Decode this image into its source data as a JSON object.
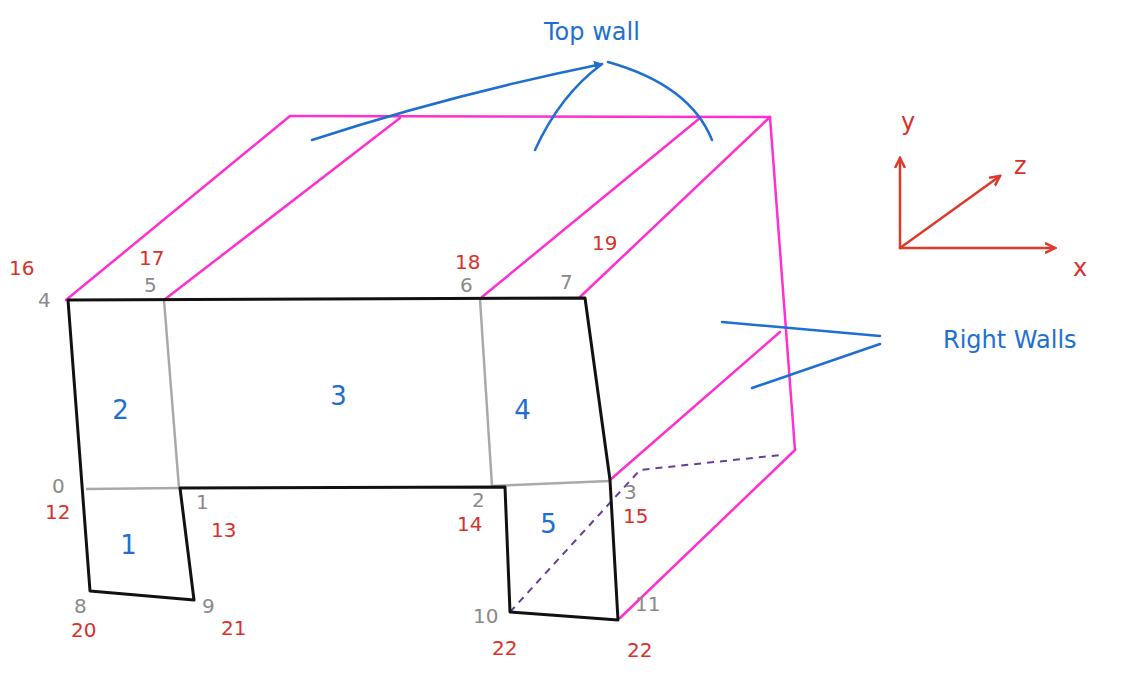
{
  "diagram": {
    "nodes": [
      {
        "text": [
          "2"
        ]
      },
      {
        "text": [
          "3"
        ]
      },
      {
        "text": [
          "4"
        ]
      },
      {
        "text": [
          "1"
        ]
      },
      {
        "text": [
          "5"
        ]
      }
    ],
    "labels": [
      "Top wall",
      "y",
      "z",
      "x",
      "Right Walls",
      "16",
      "4",
      "17",
      "5",
      "18",
      "6",
      "19",
      "7",
      "0",
      "12",
      "1",
      "13",
      "2",
      "14",
      "3",
      "15",
      "8",
      "20",
      "9",
      "21",
      "10",
      "22",
      "11",
      "22"
    ]
  }
}
